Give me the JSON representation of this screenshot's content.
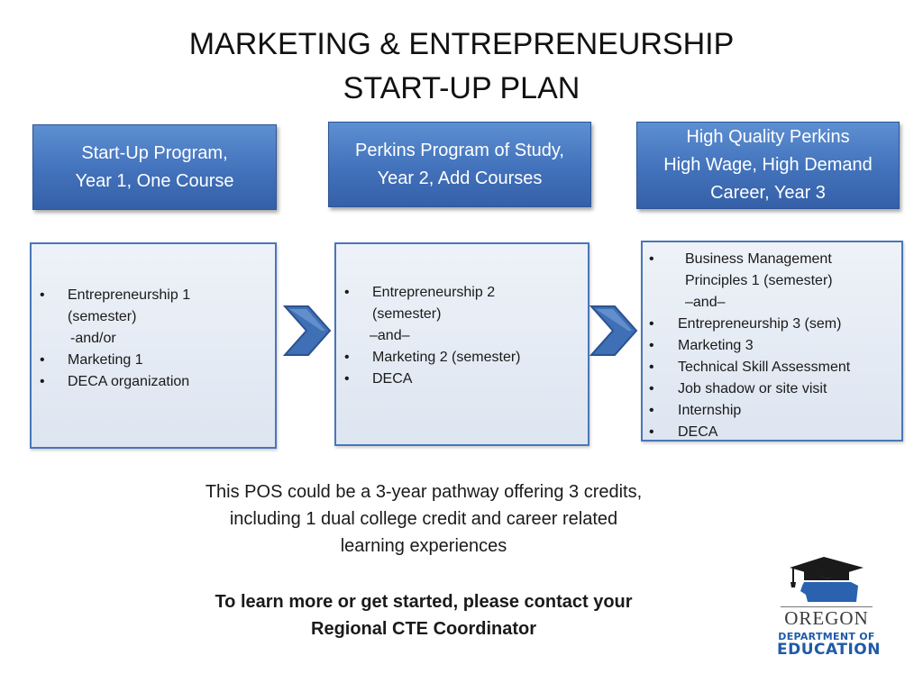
{
  "title": {
    "line1": "MARKETING & ENTREPRENEURSHIP",
    "line2": "START-UP PLAN"
  },
  "stages": [
    {
      "header": [
        "Start-Up Program,",
        "Year 1, One Course"
      ],
      "items": [
        "•",
        "Entrepreneurship 1",
        "(semester)",
        "-and/or",
        "•",
        "Marketing 1",
        "•",
        "DECA organization"
      ]
    },
    {
      "header": [
        "Perkins Program of Study,",
        "Year 2, Add Courses"
      ],
      "items": [
        "•",
        "Entrepreneurship 2",
        "(semester)",
        "–and–",
        "•",
        "Marketing 2 (semester)",
        "•",
        "DECA"
      ]
    },
    {
      "header": [
        "High Quality Perkins",
        "High Wage, High Demand",
        "Career, Year 3"
      ],
      "items": [
        "•",
        "Business Management",
        "Principles 1 (semester)",
        "–and–",
        "•",
        "Entrepreneurship 3 (sem)",
        "•",
        "Marketing 3",
        "•",
        "Technical Skill Assessment",
        "•",
        "Job shadow or site visit",
        "•",
        "Internship",
        "•",
        "DECA"
      ]
    }
  ],
  "note": {
    "lines": [
      "This POS could be a 3-year pathway offering 3 credits,",
      "including 1 dual college credit and career related",
      "learning experiences"
    ],
    "contact": [
      "To learn more or get started, please contact your",
      "Regional CTE Coordinator"
    ]
  },
  "logo": {
    "line1": "OREGON",
    "line2": "DEPARTMENT OF",
    "line3": "EDUCATION",
    "icon": "graduation-cap-oregon-icon"
  },
  "colors": {
    "header_blue": "#4272bb",
    "box_border": "#4a76b8",
    "box_fill": "#e3e9f3",
    "arrow_blue": "#3f6fb5",
    "logo_blue": "#1f5aa8"
  }
}
